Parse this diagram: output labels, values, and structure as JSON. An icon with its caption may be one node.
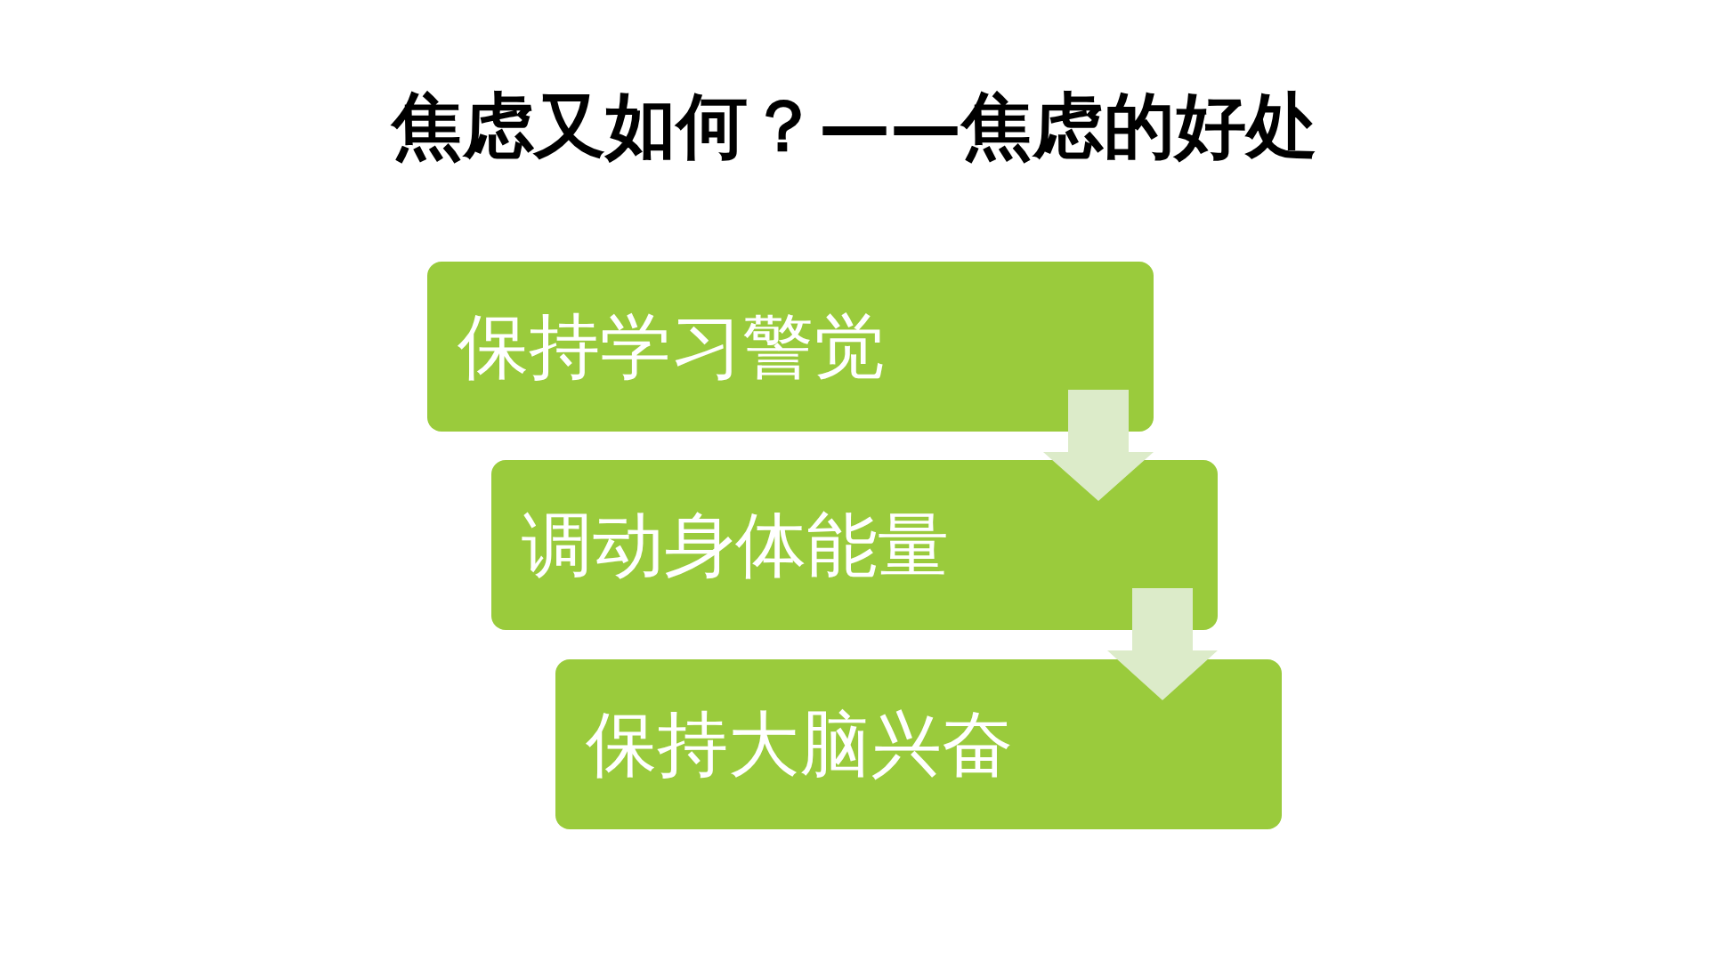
{
  "diagram": {
    "title": "焦虑又如何？——焦虑的好处",
    "nodes": [
      {
        "text": [
          "保持学习警觉"
        ]
      },
      {
        "text": [
          "调动身体能量"
        ]
      },
      {
        "text": [
          "保持大脑兴奋"
        ]
      }
    ],
    "edges": [
      {
        "from": 0,
        "to": 1,
        "arrow": "to"
      },
      {
        "from": 1,
        "to": 2,
        "arrow": "to"
      }
    ]
  }
}
